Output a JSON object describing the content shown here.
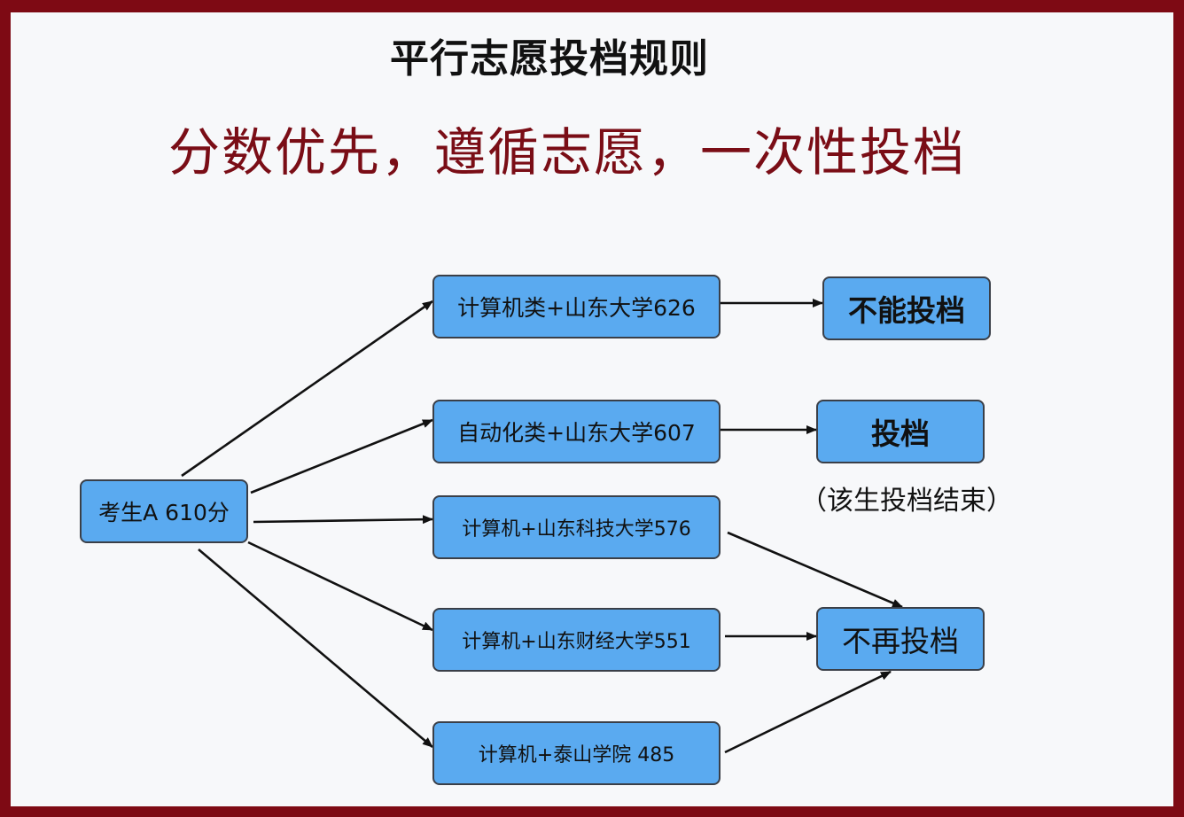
{
  "title": "平行志愿投档规则",
  "subtitle": "分数优先，遵循志愿，一次性投档",
  "candidate": "考生A 610分",
  "options": [
    {
      "label": "计算机类+山东大学626"
    },
    {
      "label": "自动化类+山东大学607"
    },
    {
      "label": "计算机+山东科技大学576"
    },
    {
      "label": "计算机+山东财经大学551"
    },
    {
      "label": "计算机+泰山学院 485"
    }
  ],
  "results": [
    {
      "label": "不能投档"
    },
    {
      "label": "投档"
    },
    {
      "label": "不再投档"
    }
  ],
  "note": "（该生投档结束）",
  "colors": {
    "border": "#7e0a14",
    "box": "#5aaaf0",
    "subtitle": "#7a0d16"
  }
}
